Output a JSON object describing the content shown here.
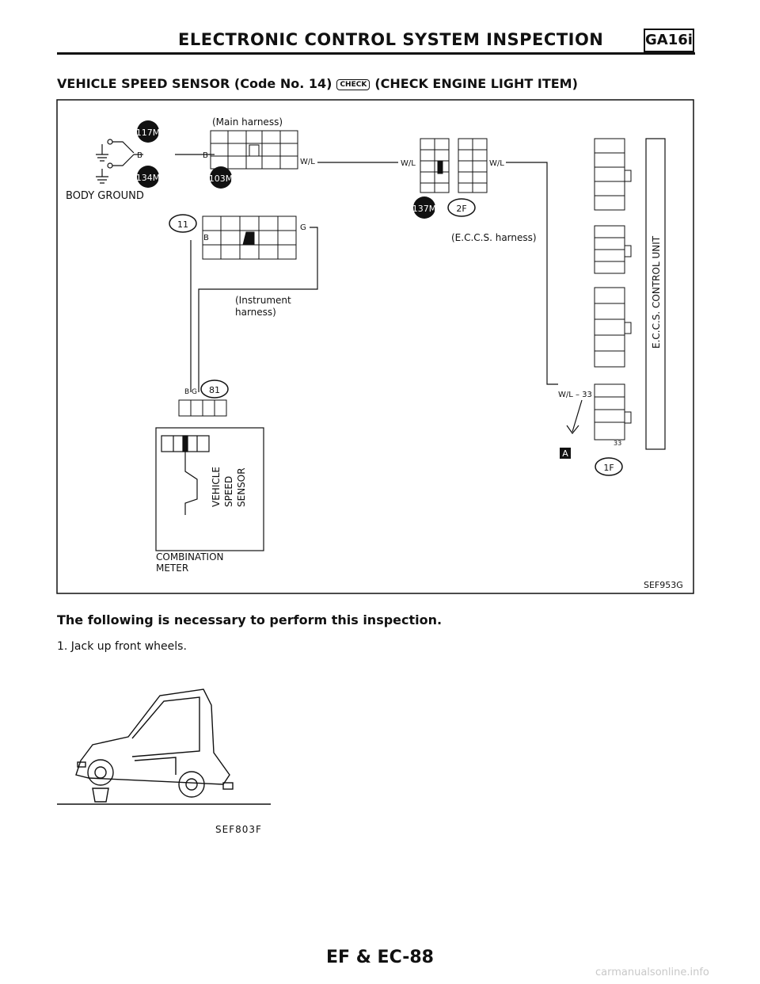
{
  "header": {
    "title": "ELECTRONIC CONTROL SYSTEM INSPECTION",
    "badge": "GA16i"
  },
  "section": {
    "heading_prefix": "VEHICLE SPEED SENSOR (Code No. 14)",
    "icon_label": "CHECK",
    "heading_suffix": "(CHECK ENGINE LIGHT ITEM)"
  },
  "diagram": {
    "connectors": [
      "117M",
      "134M",
      "103M",
      "11",
      "137M",
      "2F",
      "81",
      "1F"
    ],
    "body_ground": "BODY GROUND",
    "main_harness": "(Main harness)",
    "instrument_harness": [
      "(Instrument",
      "harness)"
    ],
    "eccs_harness": "(E.C.C.S. harness)",
    "eccs_unit": "E.C.C.S. CONTROL UNIT",
    "vehicle_speed_sensor": [
      "VEHICLE",
      "SPEED",
      "SENSOR"
    ],
    "combination_meter": [
      "COMBINATION",
      "METER"
    ],
    "wires": {
      "b": "B",
      "wl": "W/L",
      "g": "G",
      "wl33": "W/L – 33",
      "bg": "B G",
      "pin33": "33",
      "marker_a": "A"
    },
    "code": "SEF953G"
  },
  "text": {
    "intro": "The following is necessary to perform this inspection.",
    "step1": "1. Jack up front wheels."
  },
  "figure": {
    "code": "SEF803F"
  },
  "footer": {
    "page": "EF & EC-88",
    "watermark": "carmanualsonline.info"
  }
}
